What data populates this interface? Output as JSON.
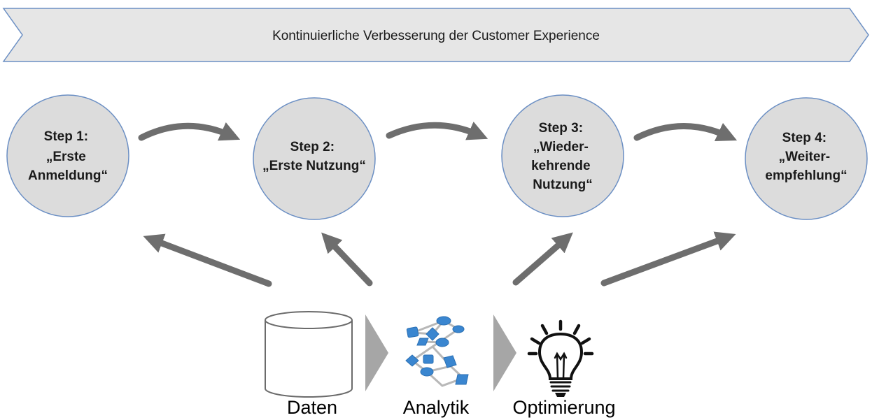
{
  "banner": {
    "text": "Kontinuierliche Verbesserung der Customer Experience"
  },
  "steps": [
    {
      "lines": [
        "Step 1:",
        "„Erste",
        "Anmeldung“"
      ]
    },
    {
      "lines": [
        "Step 2:",
        "„Erste Nutzung“"
      ]
    },
    {
      "lines": [
        "Step 3:",
        "„Wieder-",
        "kehrende",
        "Nutzung“"
      ]
    },
    {
      "lines": [
        "Step 4:",
        "„Weiter-",
        "empfehlung“"
      ]
    }
  ],
  "pipeline": {
    "daten": "Daten",
    "analytik": "Analytik",
    "optimierung": "Optimierung"
  },
  "colors": {
    "banner_fill": "#e6e6e6",
    "banner_stroke": "#6b8fc4",
    "circle_fill": "#dcdcdc",
    "circle_stroke": "#6b8fc4",
    "arrow": "#6e6e6e",
    "chevron": "#a6a6a6",
    "network_node": "#3a86d0"
  },
  "icons": [
    "database-icon",
    "analytics-network-icon",
    "lightbulb-icon"
  ]
}
